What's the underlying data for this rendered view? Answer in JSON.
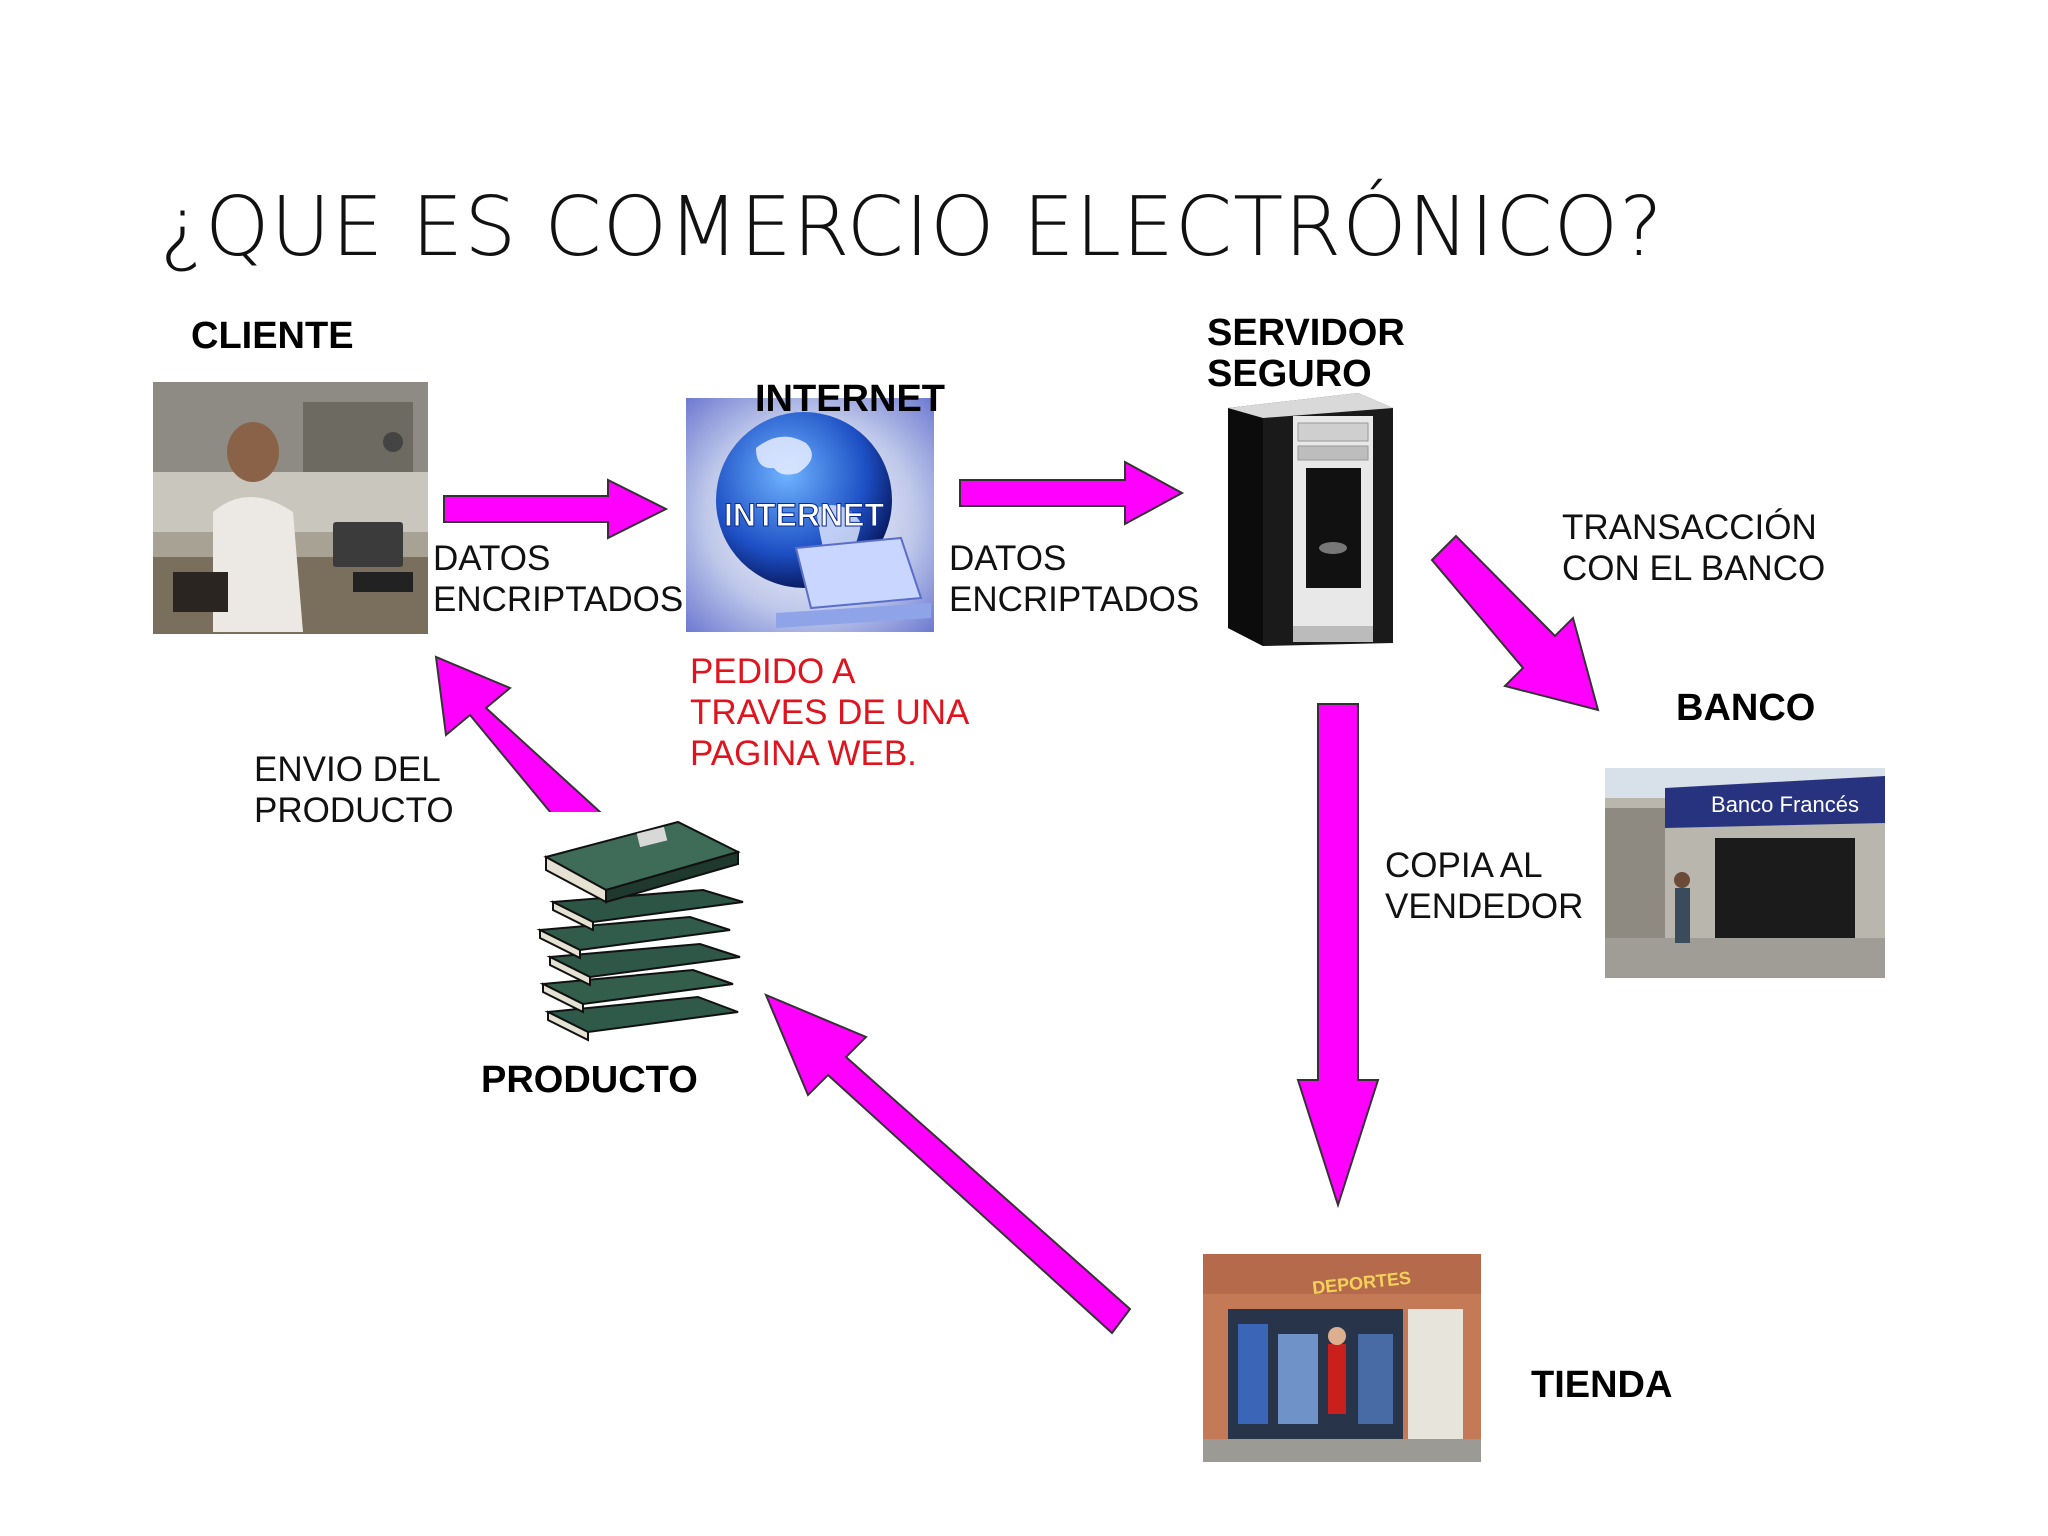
{
  "title": "¿QUE ES COMERCIO ELECTRÓNICO?",
  "nodes": {
    "cliente": "CLIENTE",
    "internet": "INTERNET",
    "servidor_line1": "SERVIDOR",
    "servidor_line2": "SEGURO",
    "banco": "BANCO",
    "producto": "PRODUCTO",
    "tienda": "TIENDA"
  },
  "edge_labels": {
    "cliente_internet_1": "DATOS",
    "cliente_internet_2": "ENCRIPTADOS",
    "internet_servidor_1": "DATOS",
    "internet_servidor_2": "ENCRIPTADOS",
    "servidor_banco_1": "TRANSACCIÓN",
    "servidor_banco_2": "CON EL BANCO",
    "servidor_tienda_1": "COPIA AL",
    "servidor_tienda_2": "VENDEDOR",
    "producto_cliente_1": "ENVIO DEL",
    "producto_cliente_2": "PRODUCTO"
  },
  "note": {
    "line1": "PEDIDO A",
    "line2": "TRAVES DE UNA",
    "line3": "PAGINA WEB."
  },
  "image_texts": {
    "globe": "INTERNET",
    "bank_sign": "Banco Francés",
    "shop_sign": "DEPORTES"
  },
  "colors": {
    "arrow": "#ff00ff",
    "arrow_outline": "#333333",
    "note_text": "#e0141e"
  },
  "icons": {
    "cliente": "person-at-desk-photo",
    "internet": "globe-laptop-icon",
    "servidor": "pc-tower-icon",
    "banco": "bank-storefront-photo",
    "producto": "book-stack-icon",
    "tienda": "sports-shop-photo"
  }
}
